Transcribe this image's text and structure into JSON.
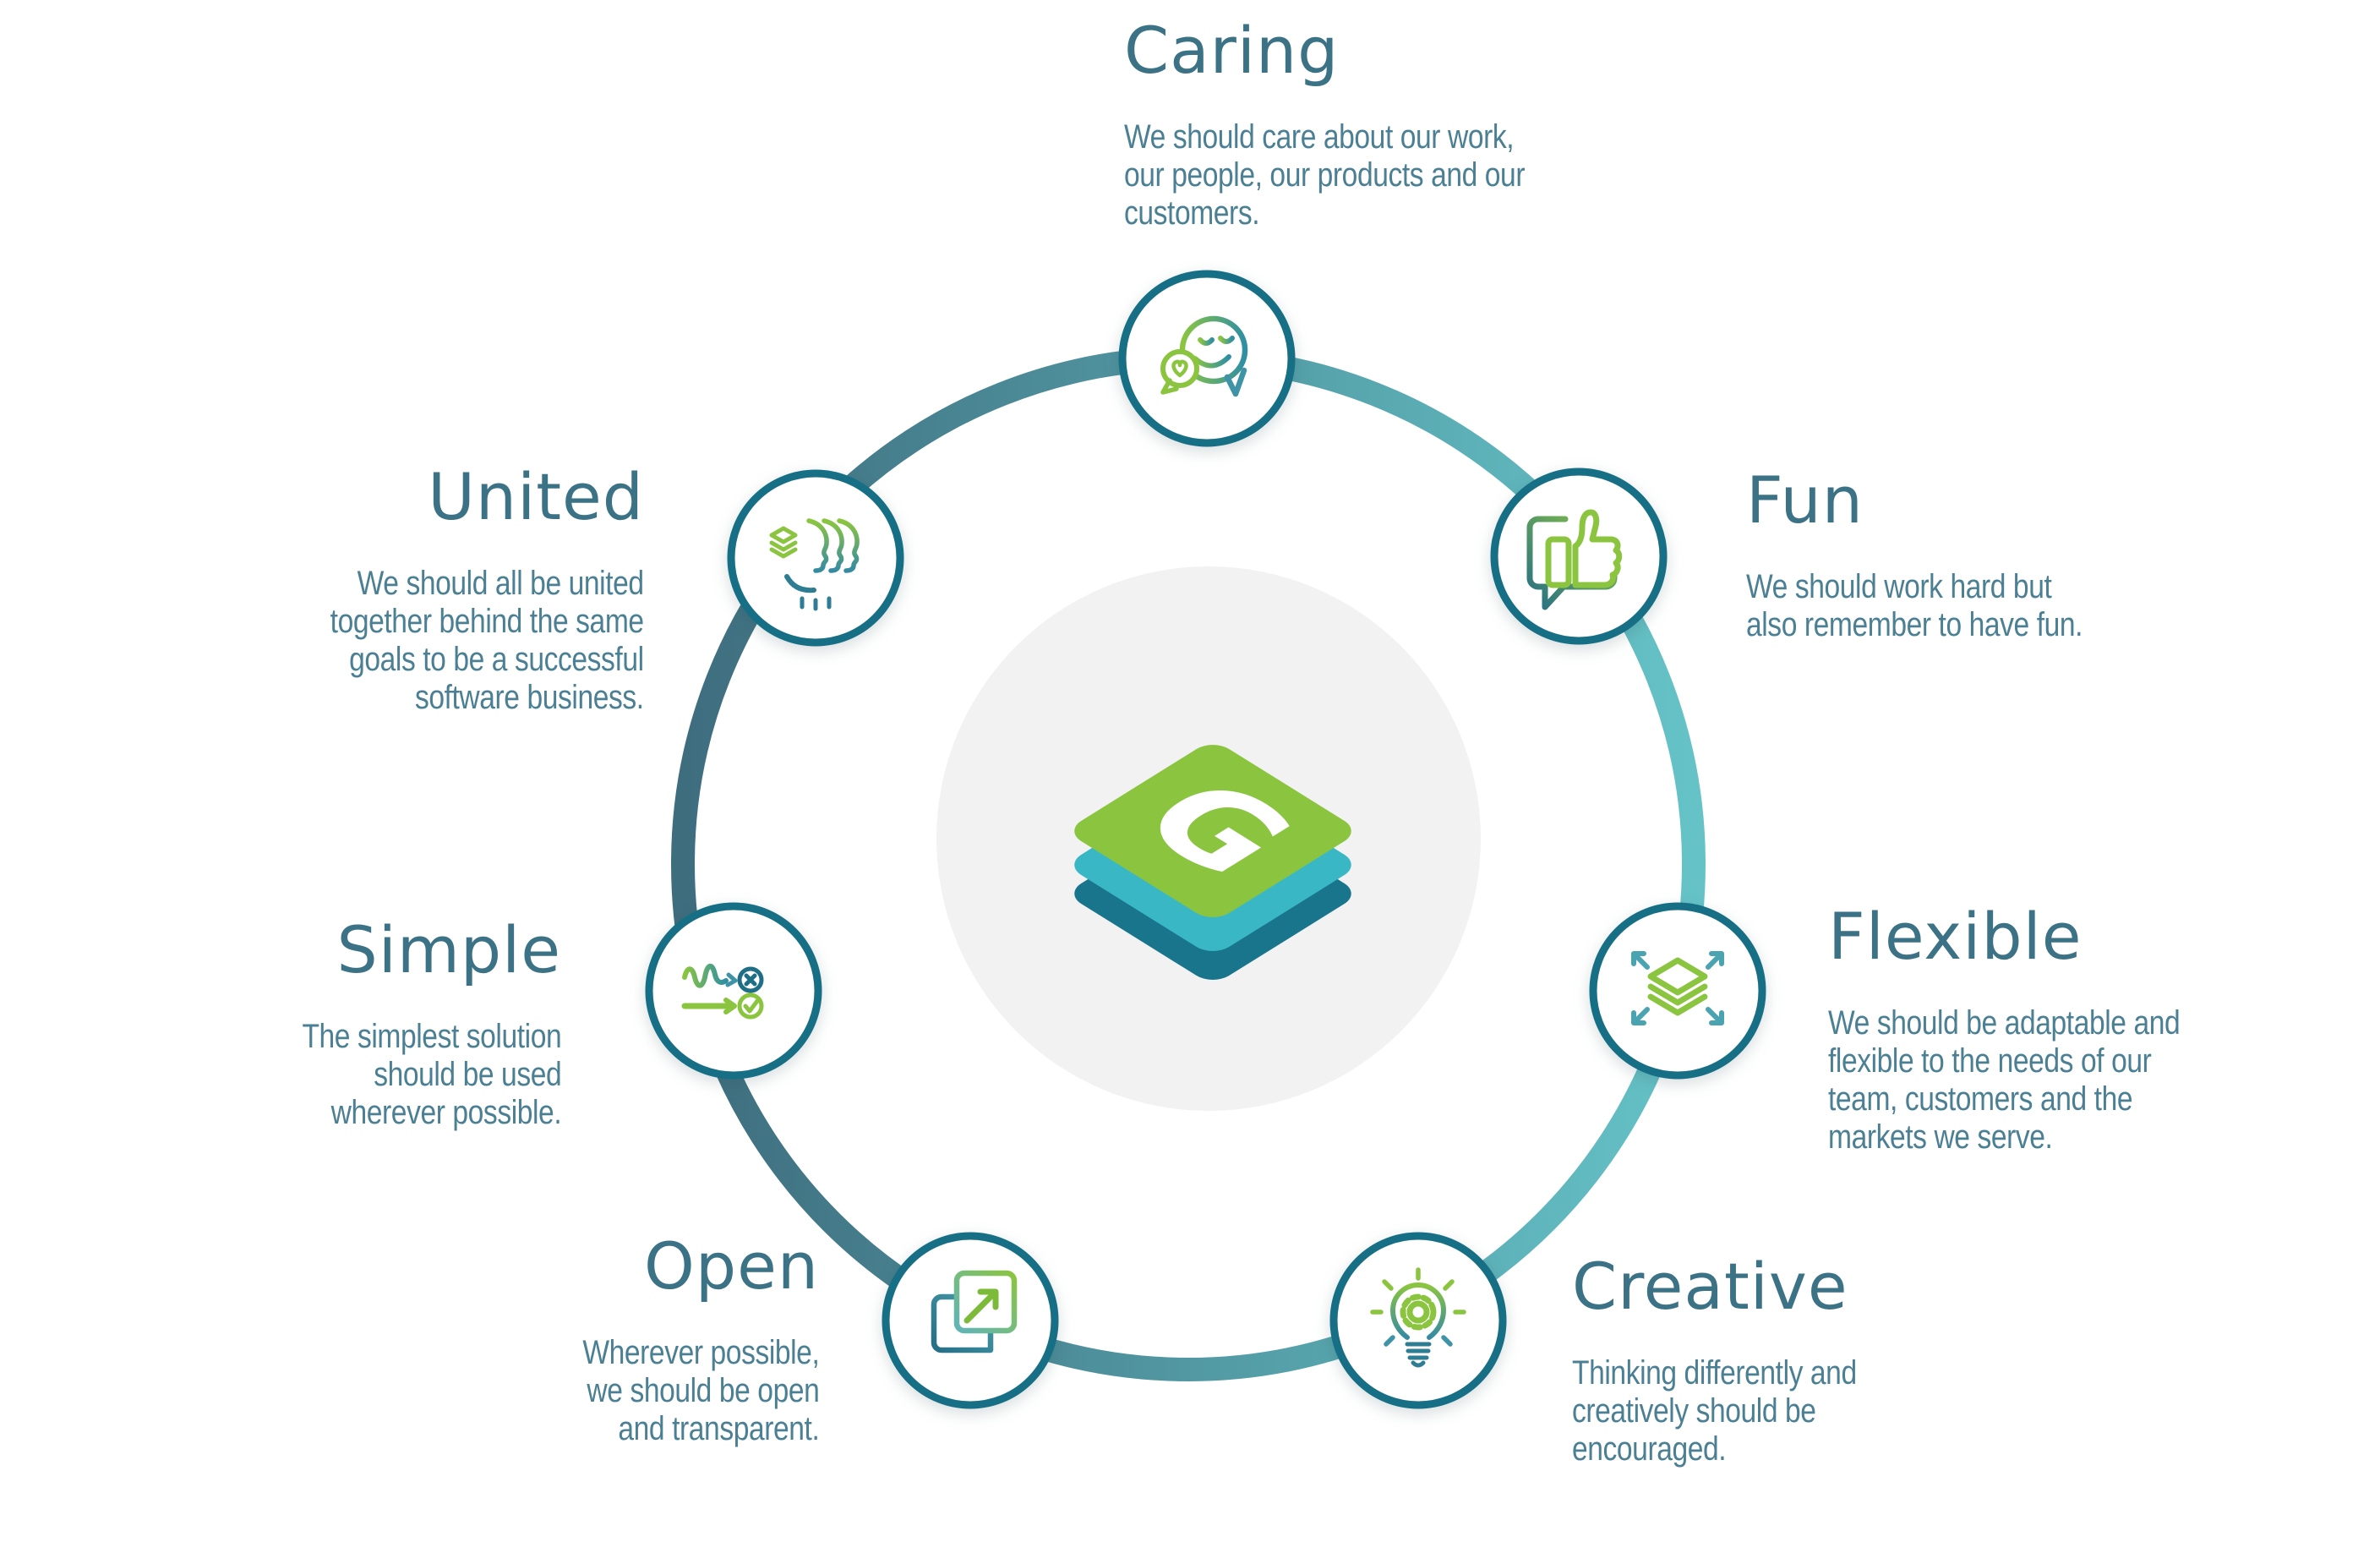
{
  "diagram": {
    "name": "company-values-wheel",
    "center": {
      "logo_letter": "G"
    },
    "colors": {
      "title_text": "#3c7285",
      "body_text": "#4b7f93",
      "ring_dark": "#3e6d7e",
      "ring_light": "#65c3c7",
      "node_border": "#176f86",
      "accent_green": "#8bc540",
      "accent_teal": "#2f8fa3",
      "logo_green": "#8bc540",
      "logo_cyan": "#3ab7c5",
      "logo_dark_teal": "#19758c",
      "center_disc": "#f2f2f2"
    },
    "values": [
      {
        "id": "caring",
        "title": "Caring",
        "description": "We should care about our work,\nour people, our products and our\ncustomers.",
        "icon": "caring-smile-chat-icon"
      },
      {
        "id": "fun",
        "title": "Fun",
        "description": "We should work hard but\nalso remember to have fun.",
        "icon": "fun-thumbs-up-icon"
      },
      {
        "id": "flexible",
        "title": "Flexible",
        "description": "We should be adaptable and\nflexible to the needs of our\nteam, customers and the\nmarkets we serve.",
        "icon": "flexible-expand-layers-icon"
      },
      {
        "id": "creative",
        "title": "Creative",
        "description": "Thinking differently and\ncreatively should be\nencouraged.",
        "icon": "creative-lightbulb-gear-icon"
      },
      {
        "id": "open",
        "title": "Open",
        "description": "Wherever possible,\nwe should be open\nand transparent.",
        "icon": "open-share-pages-icon"
      },
      {
        "id": "simple",
        "title": "Simple",
        "description": "The simplest solution\nshould be used\nwherever possible.",
        "icon": "simple-path-choice-icon"
      },
      {
        "id": "united",
        "title": "United",
        "description": "We should all be united\ntogether behind the same\ngoals to be a successful\nsoftware business.",
        "icon": "united-team-faces-icon"
      }
    ]
  }
}
